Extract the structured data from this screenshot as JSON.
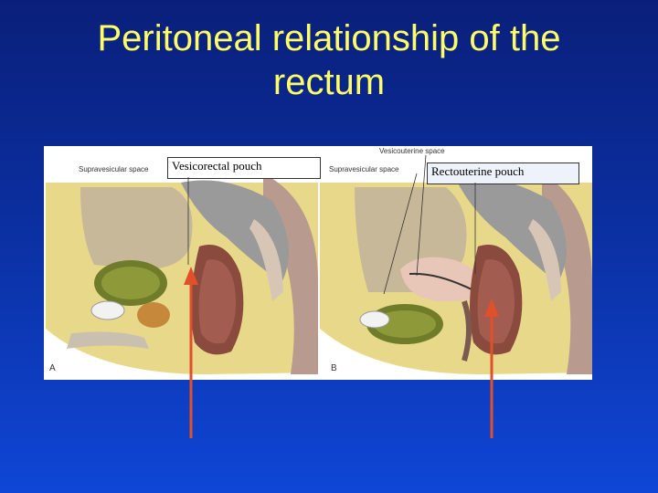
{
  "slide": {
    "title_line1": "Peritoneal relationship of the",
    "title_line2": "rectum"
  },
  "panel_a": {
    "letter": "A",
    "label_supravesicular": "Supravesicular space",
    "callout": "Vesicorectal pouch"
  },
  "panel_b": {
    "letter": "B",
    "label_supravesicular": "Supravesicular space",
    "label_vesicouterine": "Vesicouterine space",
    "callout": "Rectouterine pouch"
  },
  "colors": {
    "title": "#ffff66",
    "arrow": "#e0502a",
    "background": "#0b2fa0"
  }
}
